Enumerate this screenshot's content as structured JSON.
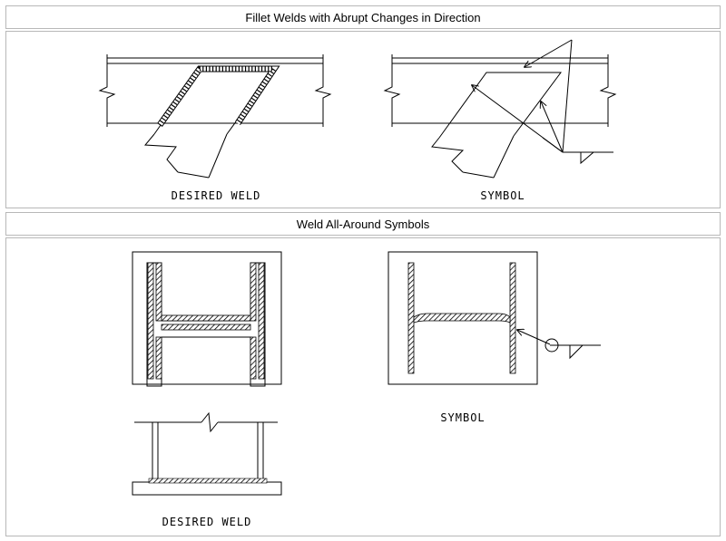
{
  "panels": [
    {
      "title": "Fillet Welds with Abrupt Changes in Direction"
    },
    {
      "title": "Weld All-Around Symbols"
    }
  ],
  "labels": {
    "desired_weld_1": "DESIRED WELD",
    "symbol_1": "SYMBOL",
    "symbol_2": "SYMBOL",
    "desired_weld_2": "DESIRED WELD"
  }
}
